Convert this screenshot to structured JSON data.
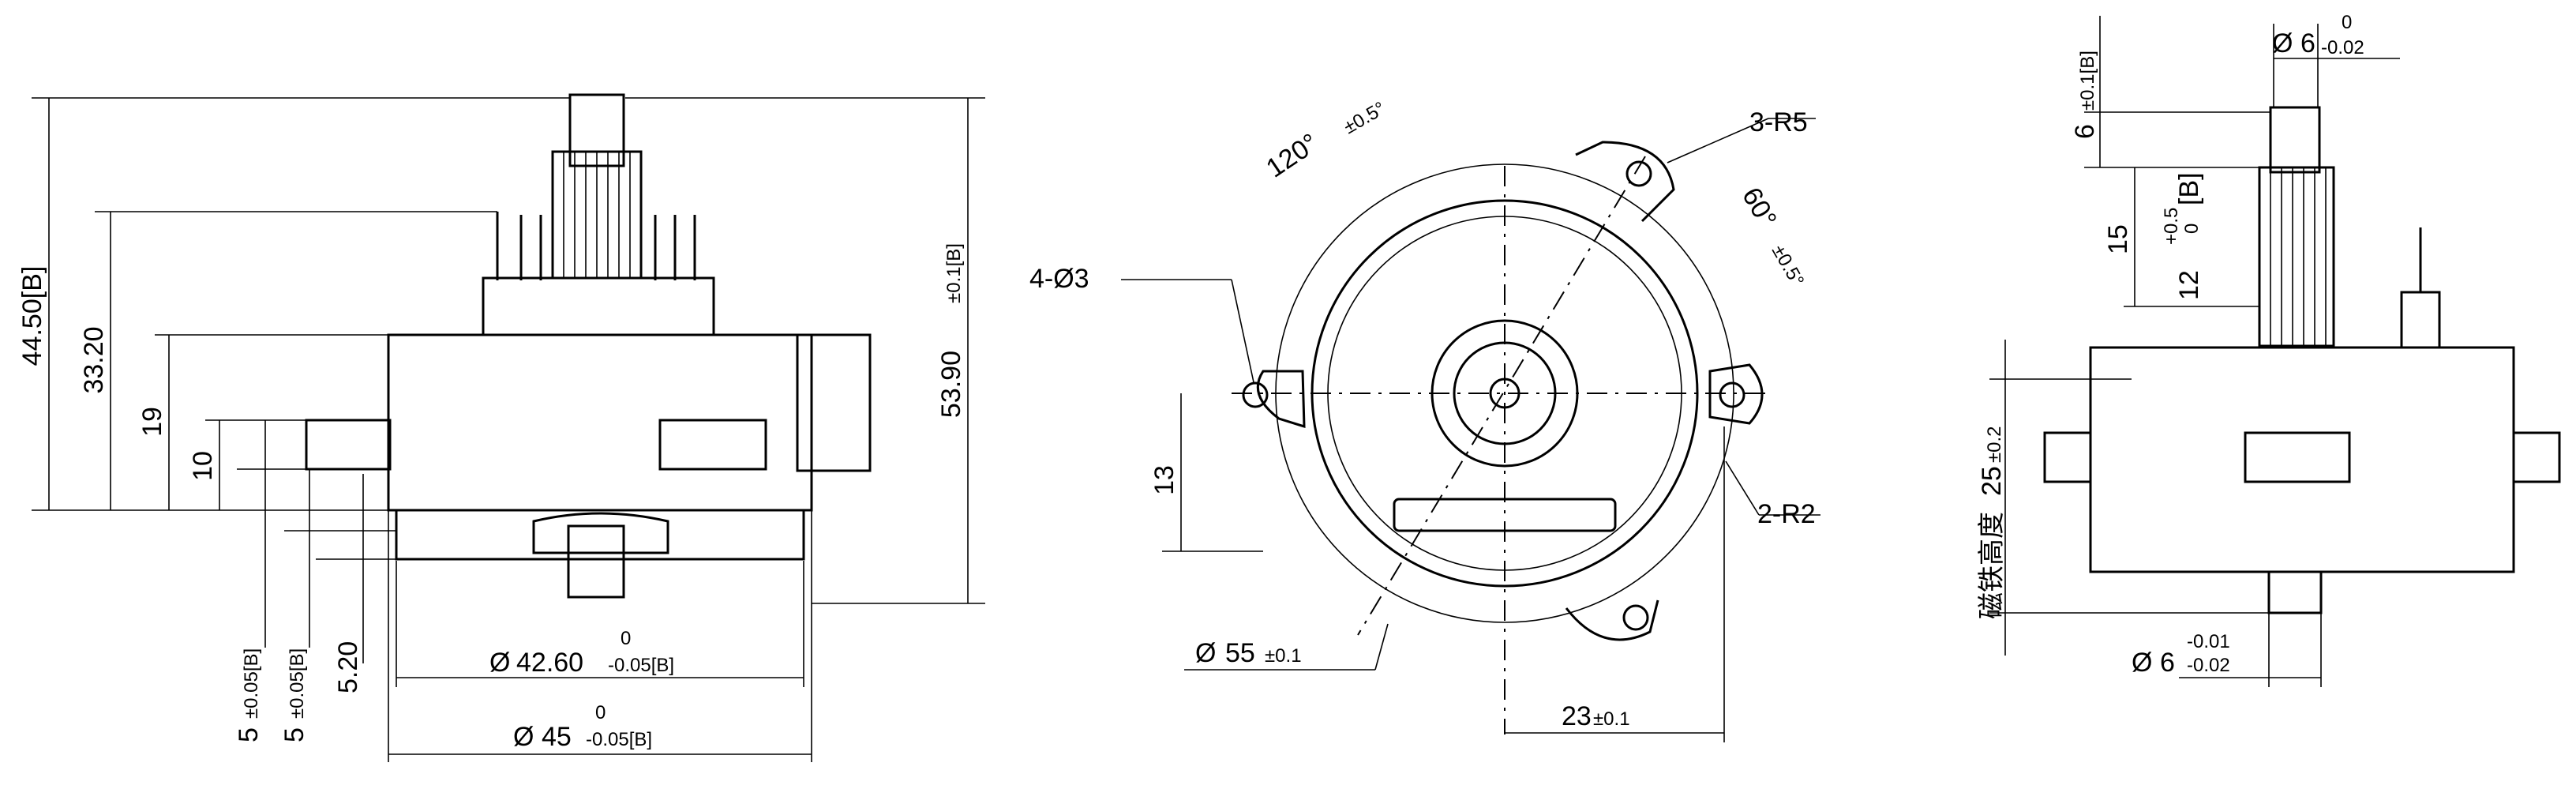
{
  "front_view": {
    "dim_total_height": "44.50[B]",
    "dim_pin_height": "33.20",
    "dim_body_height": "19",
    "dim_tab_height": "10",
    "dim_mount_a_value": "5",
    "dim_mount_a_tol": "±0.05[B]",
    "dim_mount_b_value": "5",
    "dim_mount_b_tol": "±0.05[B]",
    "dim_flange": "5.20",
    "dim_overall_value": "53.90",
    "dim_overall_tol": "±0.1[B]",
    "dia_inner_prefix": "Ø",
    "dia_inner_value": "42.60",
    "dia_inner_tol_upper": "0",
    "dia_inner_tol_lower": "-0.05[B]",
    "dia_outer_prefix": "Ø",
    "dia_outer_value": "45",
    "dia_outer_tol_upper": "0",
    "dia_outer_tol_lower": "-0.05[B]"
  },
  "top_view": {
    "holes_label": "4-Ø3",
    "radius_top_label": "3-R5",
    "radius_side_label": "2-R2",
    "angle_a_value": "120°",
    "angle_a_tol": "±0.5°",
    "angle_b_value": "60°",
    "angle_b_tol": "±0.5°",
    "dim_offset": "13",
    "dia_bolt_prefix": "Ø",
    "dia_bolt_value": "55",
    "dia_bolt_tol": "±0.1",
    "dim_hole_spacing_value": "23",
    "dim_hole_spacing_tol": "±0.1"
  },
  "side_view": {
    "dia_shaft_prefix": "Ø",
    "dia_shaft_value": "6",
    "dia_shaft_tol_upper": "0",
    "dia_shaft_tol_lower": "-0.02",
    "dim_top_value": "6",
    "dim_top_tol": "±0.1[B]",
    "dim_gear_length": "15",
    "dim_gear_tol_upper": "+0.5",
    "dim_gear_tol_lower": "0",
    "dim_gear_tol_tag": "[B]",
    "dim_gear_teeth": "12",
    "magnet_label": "磁铁高度",
    "dim_magnet_value": "25",
    "dim_magnet_tol": "±0.2",
    "dia_bottom_prefix": "Ø",
    "dia_bottom_value": "6",
    "dia_bottom_tol_upper": "-0.01",
    "dia_bottom_tol_lower": "-0.02"
  }
}
